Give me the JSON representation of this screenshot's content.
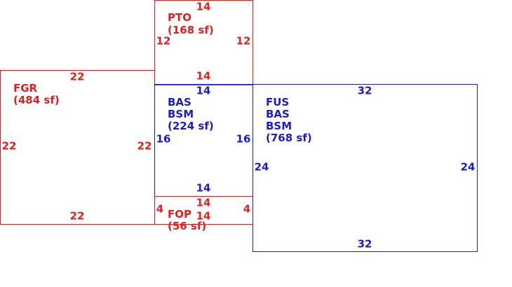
{
  "colors": {
    "red": "#e02020",
    "blue": "#1c1cc8"
  },
  "areas": {
    "pto": {
      "name": "PTO",
      "area": "(168 sf)",
      "top": "14",
      "bottom": "14",
      "left": "12",
      "right": "12"
    },
    "fgr": {
      "name": "FGR",
      "area": "(484 sf)",
      "top": "22",
      "bottom": "22",
      "left": "22",
      "right": "22"
    },
    "bas_small": {
      "line1": "BAS",
      "line2": "BSM",
      "area": "(224 sf)",
      "top": "14",
      "bottom": "14",
      "left": "16",
      "right": "16"
    },
    "fop": {
      "name": "FOP",
      "area": "(56 sf)",
      "top": "14",
      "bottom": "14",
      "left": "4",
      "right": "4"
    },
    "fus": {
      "line1": "FUS",
      "line2": "BAS",
      "line3": "BSM",
      "area": "(768 sf)",
      "top": "32",
      "bottom": "32",
      "left": "24",
      "right": "24"
    }
  }
}
